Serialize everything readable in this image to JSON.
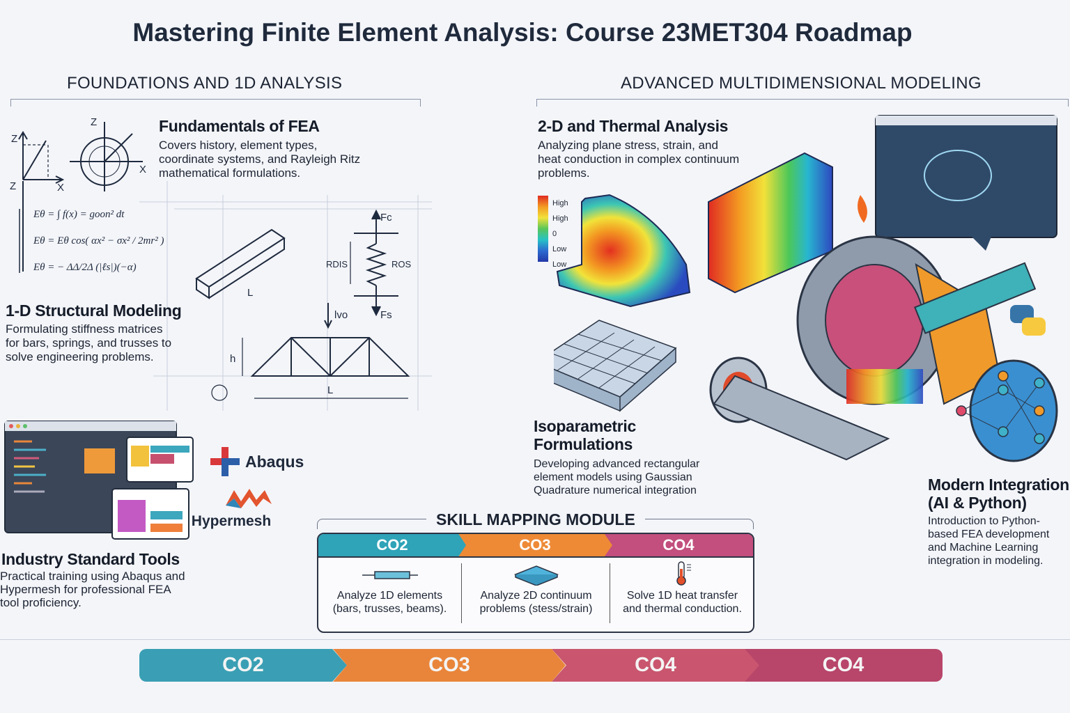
{
  "title": "Mastering Finite Element Analysis: Course 23MET304 Roadmap",
  "sections": {
    "left": "FOUNDATIONS AND 1D ANALYSIS",
    "right": "ADVANCED MULTIDIMENSIONAL MODELING"
  },
  "blocks": {
    "fundamentals": {
      "title": "Fundamentals of FEA",
      "desc": "Covers history, element types, coordinate systems, and Rayleigh Ritz mathematical formulations."
    },
    "structural": {
      "title": "1-D Structural Modeling",
      "desc": "Formulating stiffness matrices for bars, springs, and trusses to solve engineering problems."
    },
    "tools": {
      "title": "Industry Standard Tools",
      "desc": "Practical training using Abaqus and Hypermesh for professional FEA tool proficiency."
    },
    "thermal": {
      "title": "2-D and Thermal Analysis",
      "desc": "Analyzing plane stress, strain, and heat conduction in complex continuum problems."
    },
    "iso": {
      "title1": "Isoparametric",
      "title2": "Formulations",
      "desc": "Developing advanced rectangular element models using Gaussian Quadrature numerical integration"
    },
    "modern": {
      "title1": "Modern Integration",
      "title2": "(AI & Python)",
      "desc": "Introduction to Python-based FEA development and Machine Learning integration in modeling."
    }
  },
  "logos": {
    "abaqus": "Abaqus",
    "hypermesh": "Hypermesh"
  },
  "legend": [
    "High",
    "High",
    "0",
    "Low",
    "Low"
  ],
  "sketch_labels": {
    "L": "L",
    "h": "h",
    "fc": "Fc",
    "fs": "Fs",
    "rdis": "RDIS",
    "ros": "ROS",
    "load": "lvo",
    "z": "Z",
    "x": "X"
  },
  "equations": [
    "Eθ = ∫ f(x) = goon² dt",
    "Eθ = Eθ cos( αx² − σx² / 2mr² )",
    "Eθ = − ΔΔ/2Δ (|ℓs|)(−α)"
  ],
  "skill_module": {
    "title": "SKILL MAPPING MODULE",
    "columns": [
      {
        "code": "CO2",
        "text1": "Analyze 1D elements",
        "text2": "(bars, trusses, beams).",
        "color": "#2fa3b8"
      },
      {
        "code": "CO3",
        "text1": "Analyze 2D continuum",
        "text2": "problems (stess/strain)",
        "color": "#ee8a36"
      },
      {
        "code": "CO4",
        "text1": "Solve 1D heat transfer",
        "text2": "and thermal conduction.",
        "color": "#c24f7d"
      }
    ]
  },
  "roadmap": [
    {
      "label": "CO2",
      "color": "#3a9fb4"
    },
    {
      "label": "CO3",
      "color": "#e9853a"
    },
    {
      "label": "CO4",
      "color": "#c9566e"
    },
    {
      "label": "CO4",
      "color": "#b8456a"
    }
  ]
}
